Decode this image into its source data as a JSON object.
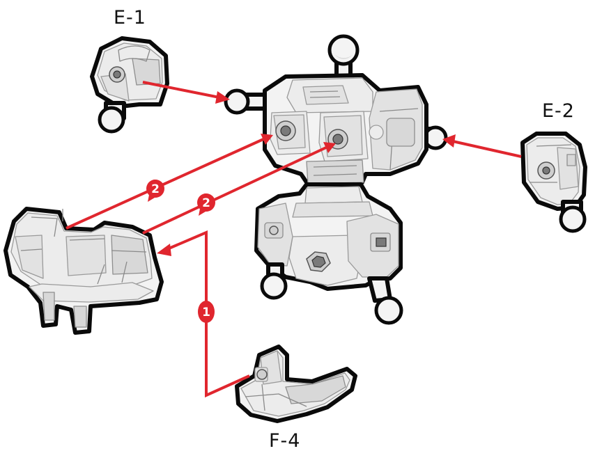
{
  "labels": {
    "part_e1": "E-1",
    "part_e2": "E-2",
    "part_f4": "F-4"
  },
  "steps": {
    "step1": "1",
    "step2a": "2",
    "step2b": "2"
  },
  "colors": {
    "arrow": "#e0262e",
    "outline": "#0a0a0a",
    "part_fill": "#f0f0f0"
  },
  "icons": {
    "step_marker": "red-teardrop-number-marker",
    "arrow": "red-assembly-arrow"
  }
}
